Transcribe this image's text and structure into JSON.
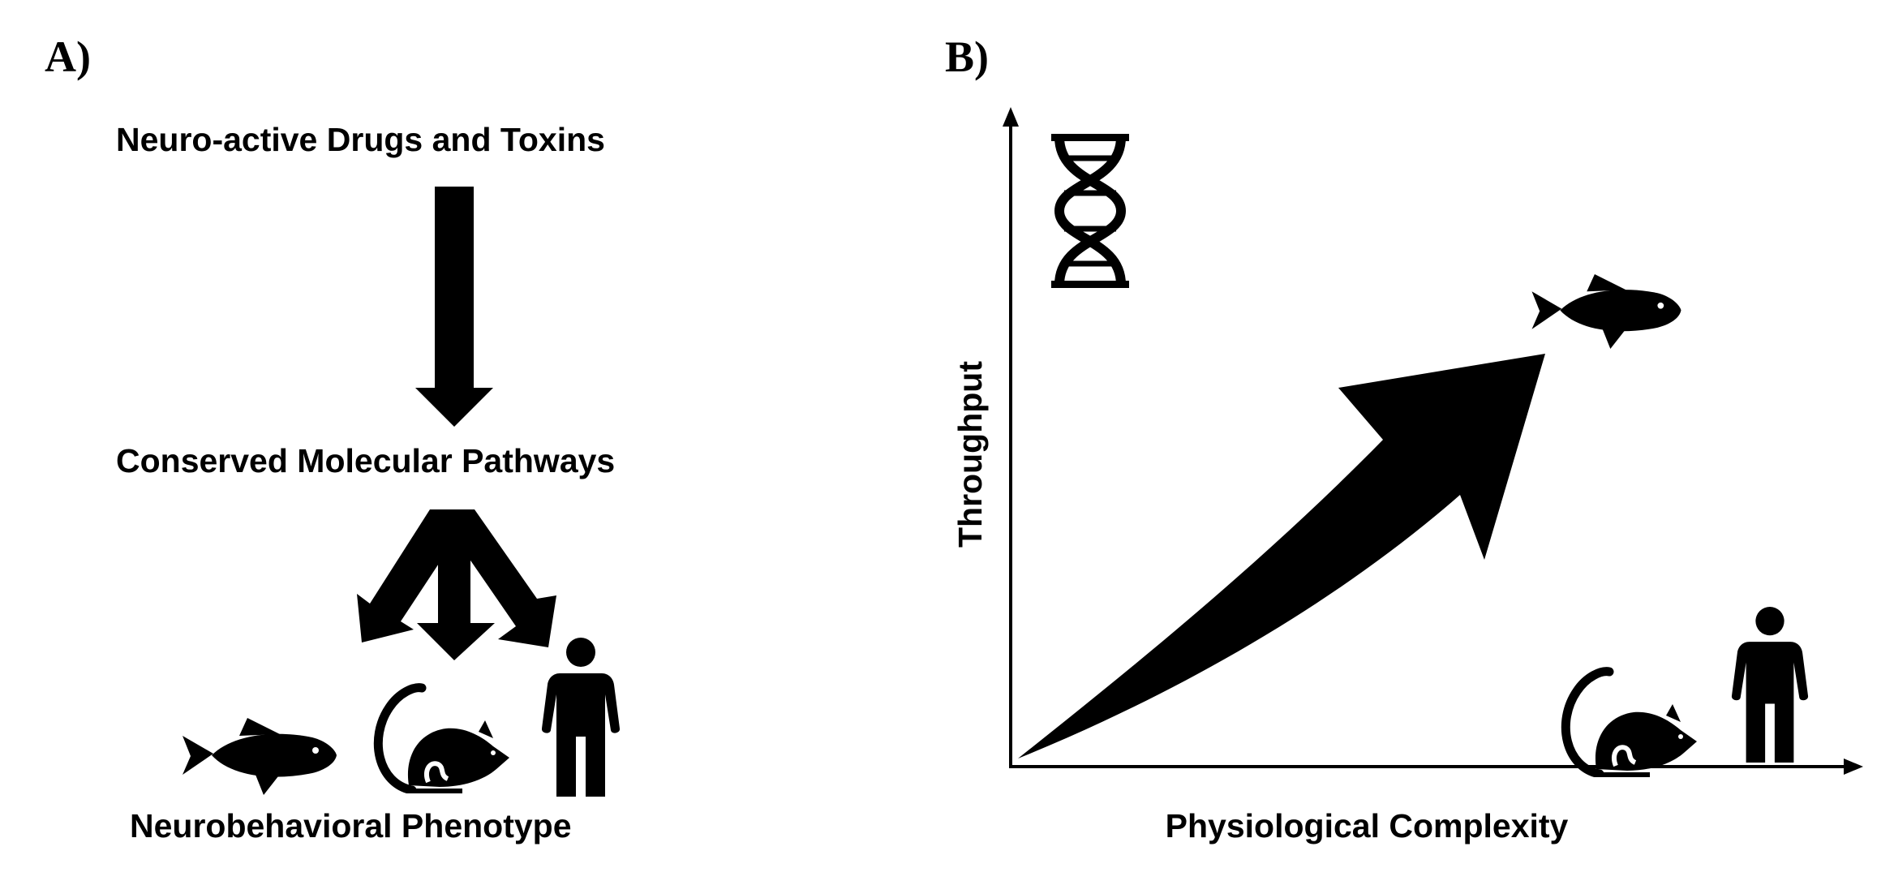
{
  "panel_a": {
    "label": "A)",
    "top_label": "Neuro-active Drugs and Toxins",
    "middle_label": "Conserved Molecular Pathways",
    "bottom_label": "Neurobehavioral Phenotype",
    "organism_icons": [
      "fish-icon",
      "rat-icon",
      "human-icon"
    ]
  },
  "panel_b": {
    "label": "B)",
    "y_axis_label": "Throughput",
    "x_axis_label": "Physiological Complexity",
    "icons": [
      "dna-icon",
      "fish-icon",
      "rat-icon",
      "human-icon"
    ]
  },
  "colors": {
    "foreground": "#000000",
    "background": "#ffffff"
  }
}
